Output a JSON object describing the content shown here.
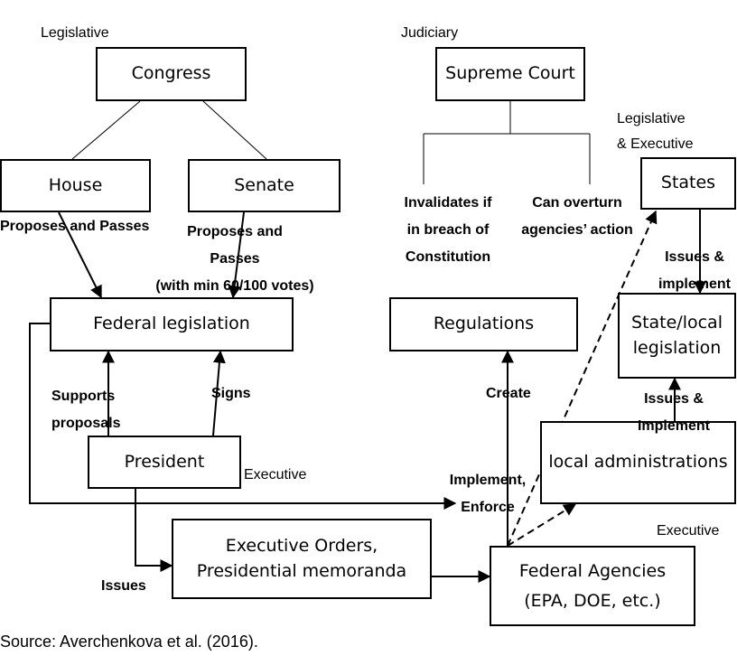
{
  "branches": {
    "legislative": "Legislative",
    "judiciary": "Judiciary",
    "legislative_executive": "Legislative\n& Executive",
    "executive_president": "Executive",
    "executive_agencies": "Executive"
  },
  "boxes": {
    "congress": "Congress",
    "house": "House",
    "senate": "Senate",
    "federal_legislation": "Federal legislation",
    "president": "President",
    "executive_orders": "Executive Orders,\nPresidential memoranda",
    "supreme_court": "Supreme Court",
    "regulations": "Regulations",
    "states": "States",
    "state_local_legislation": "State/local\nlegislation",
    "local_administrations": "local administrations",
    "federal_agencies": "Federal Agencies\n(EPA, DOE, etc.)"
  },
  "edge_labels": {
    "house_proposes": "Proposes and Passes",
    "senate_proposes": "Proposes and\nPasses\n(with min 60/100 votes)",
    "supports_proposals": "Supports\nproposals",
    "signs": "Signs",
    "issues": "Issues",
    "invalidates": "Invalidates if\nin breach of\nConstitution",
    "can_overturn": "Can overturn\nagencies’ action",
    "create": "Create",
    "issues_implement_states": "Issues &\nimplement",
    "issues_implement_local": "Issues &\nImplement",
    "implement_enforce": "Implement,\nEnforce"
  },
  "source": "Source: Averchenkova et al. (2016)."
}
